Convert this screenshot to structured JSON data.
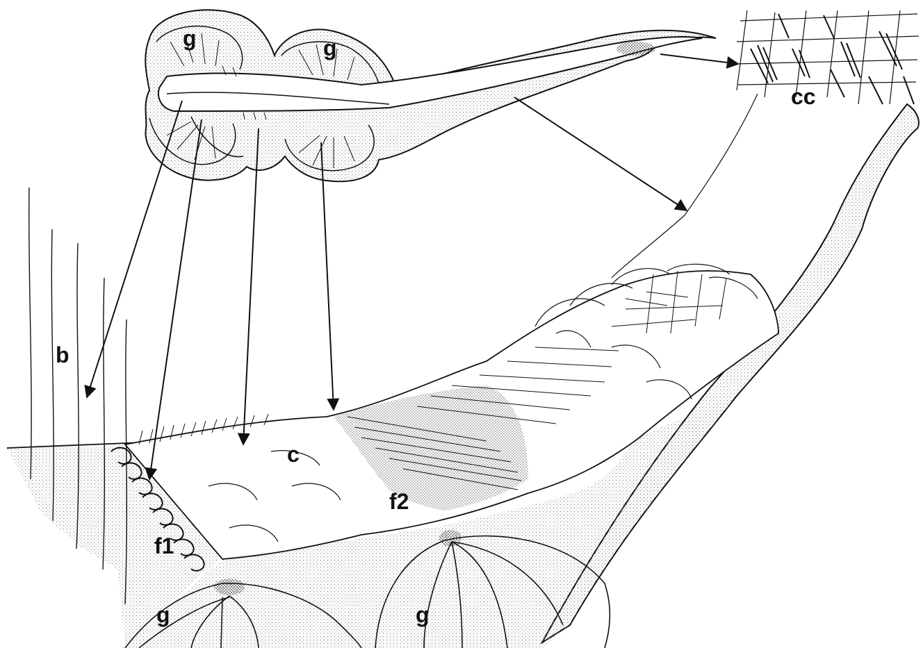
{
  "labels": {
    "g_top_left": "g",
    "g_top_right": "g",
    "cc": "cc",
    "b": "b",
    "c": "c",
    "f2": "f2",
    "f1": "f1",
    "g_bottom_left": "g",
    "g_bottom_right": "g"
  },
  "colors": {
    "ink": "#111111",
    "stipple_light": "#9a9a9a",
    "stipple_dense": "#4a4a4a",
    "background": "#ffffff"
  }
}
